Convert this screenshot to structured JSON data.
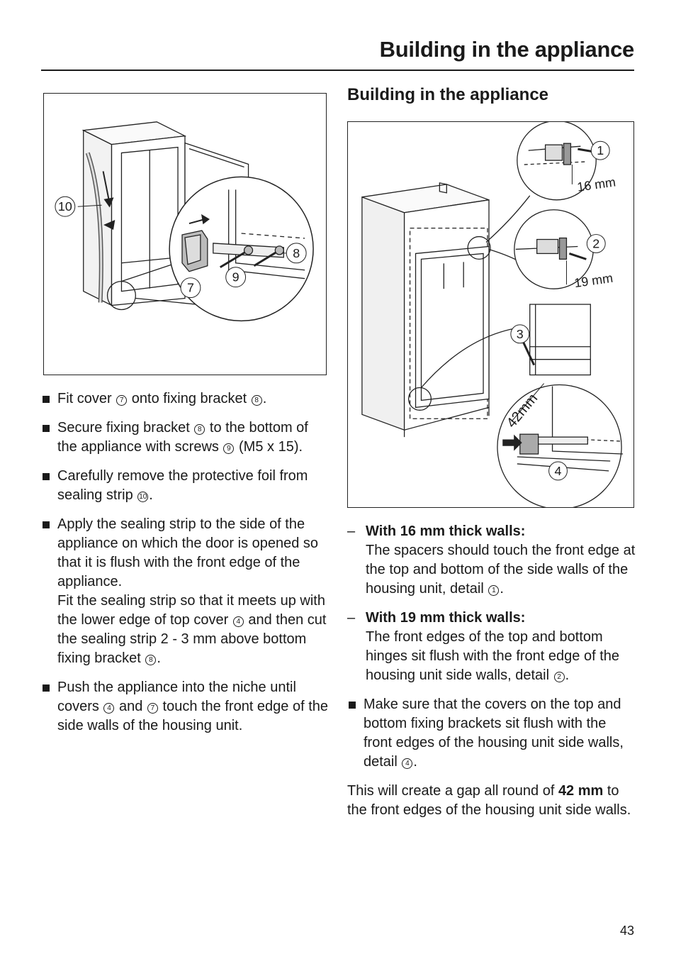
{
  "header": {
    "title": "Building in the appliance"
  },
  "section_title": "Building in the appliance",
  "figure_left": {
    "callouts": [
      "10",
      "8",
      "9",
      "7"
    ]
  },
  "figure_right": {
    "callouts": [
      "1",
      "2",
      "3",
      "4"
    ],
    "dim_16": "16 mm",
    "dim_19": "19 mm",
    "dim_42": "42mm"
  },
  "left_instructions": [
    {
      "parts": [
        "Fit cover ",
        "7",
        " onto fixing bracket ",
        "8",
        "."
      ]
    },
    {
      "parts": [
        "Secure fixing bracket ",
        "8",
        " to the bottom of the appliance with screws ",
        "9",
        " (M5 x 15)."
      ]
    },
    {
      "parts": [
        "Carefully remove the protective foil from sealing strip ",
        "10",
        "."
      ]
    },
    {
      "parts": [
        "Apply the sealing strip to the side of the appliance on which the door is opened so that it is flush with the front edge of the appliance."
      ],
      "parts2": [
        "Fit the sealing strip so that it meets up with the lower edge of top cover ",
        "4",
        " and then cut the sealing strip 2 - 3 mm above bottom fixing bracket ",
        "8",
        "."
      ]
    },
    {
      "parts": [
        "Push the appliance into the niche until covers ",
        "4",
        " and ",
        "7",
        " touch the front edge of the side walls of the housing unit."
      ]
    }
  ],
  "right_dash_items": [
    {
      "heading": "With 16 mm thick walls:",
      "parts": [
        "The spacers should touch the front edge at the top and bottom of the side walls of the housing unit, detail ",
        "1",
        "."
      ]
    },
    {
      "heading": "With 19 mm thick walls:",
      "parts": [
        "The front edges of the top and bottom hinges sit flush with the front edge of the housing unit side walls, detail ",
        "2",
        "."
      ]
    }
  ],
  "right_bullet": {
    "parts": [
      "Make sure that the covers on the top and bottom fixing brackets sit flush with the front edges of the housing unit side walls, detail ",
      "4",
      "."
    ]
  },
  "closing": {
    "pre": "This will create a gap all round of ",
    "bold": "42 mm",
    "post": " to the front edges of the housing unit side walls."
  },
  "page_number": "43"
}
